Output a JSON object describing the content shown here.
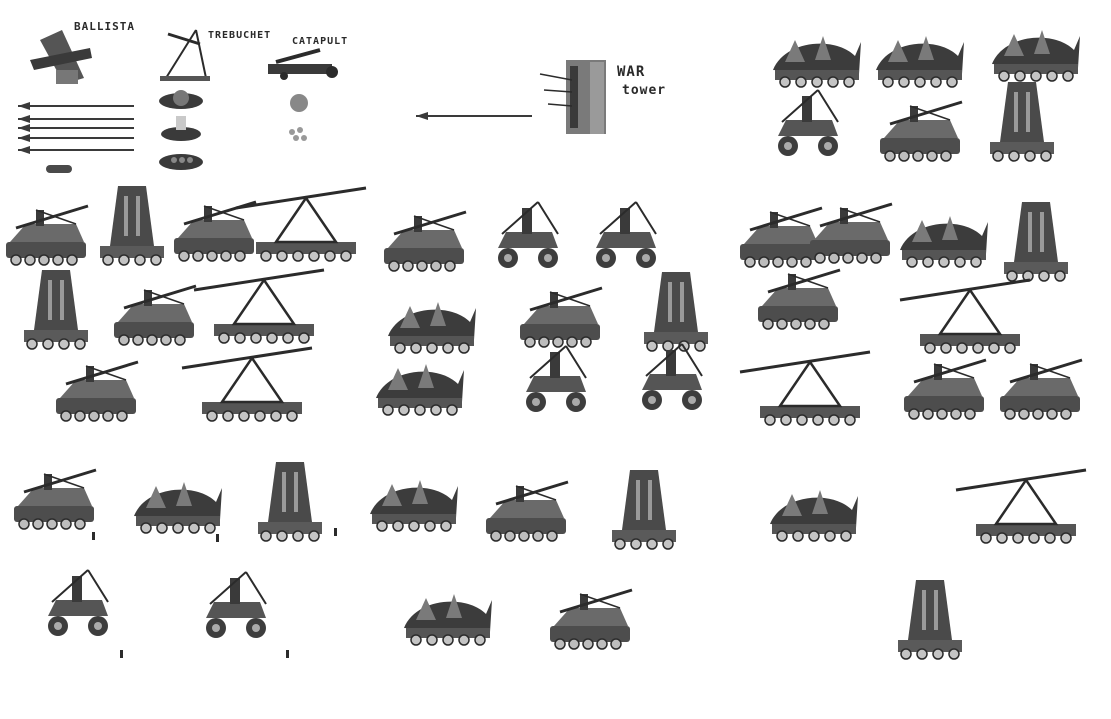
{
  "labels": {
    "ballista": "BALLISTA",
    "trebuchet": "TREBUCHET",
    "catapult": "CATAPULT",
    "war_tower_line1": "WAR",
    "war_tower_line2": "tower"
  },
  "palette": {
    "background": "#ffffff",
    "ink_dark": "#2b2b2b",
    "ink_mid": "#5a5a5a",
    "ink_light": "#9a9a9a",
    "ink_pale": "#c8c8c8"
  }
}
